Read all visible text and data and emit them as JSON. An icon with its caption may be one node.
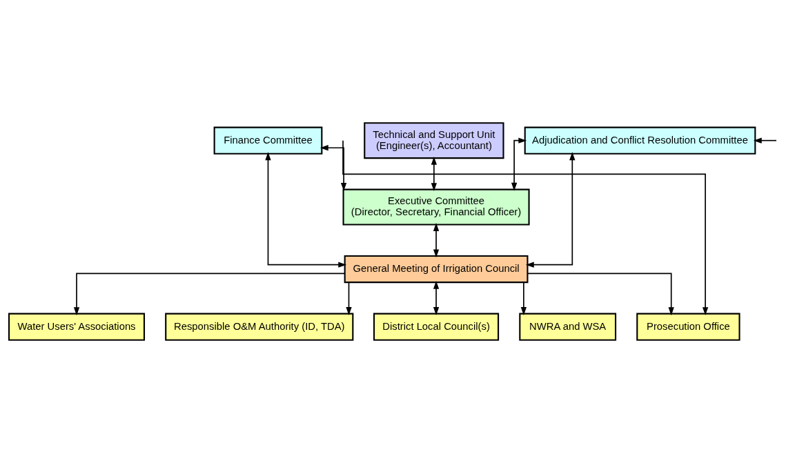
{
  "diagram": {
    "nodes": [
      {
        "text": [
          "Technical and Support Unit",
          "(Engineer(s), Accountant)"
        ]
      },
      {
        "text": [
          "Executive Committee",
          "(Director, Secretary, Financial Officer)"
        ]
      },
      {
        "text": [
          "Finance Committee"
        ]
      },
      {
        "text": [
          "Adjudication and Conflict Resolution Committee"
        ]
      },
      {
        "text": [
          "General Meeting of Irrigation Council"
        ]
      },
      {
        "text": [
          "Water Users' Associations"
        ]
      },
      {
        "text": [
          "Responsible O&M Authority (ID, TDA)"
        ]
      },
      {
        "text": [
          "District Local Council(s)"
        ]
      },
      {
        "text": [
          "NWRA and WSA"
        ]
      },
      {
        "text": [
          "Prosecution Office"
        ]
      }
    ],
    "edges": [
      {
        "from": 0,
        "to": 1,
        "arrow": "both"
      },
      {
        "from": 2,
        "to": 1,
        "arrow": "both"
      },
      {
        "from": 3,
        "to": 1,
        "arrow": "both"
      },
      {
        "from": 1,
        "to": 4,
        "arrow": "both"
      },
      {
        "from": 2,
        "to": 4,
        "arrow": "both"
      },
      {
        "from": 3,
        "to": 4,
        "arrow": "both"
      },
      {
        "from": 4,
        "to": 5,
        "arrow": "to"
      },
      {
        "from": 4,
        "to": 6,
        "arrow": "to"
      },
      {
        "from": 4,
        "to": 7,
        "arrow": "both"
      },
      {
        "from": 4,
        "to": 8,
        "arrow": "to"
      },
      {
        "from": 4,
        "to": 9,
        "arrow": "to"
      },
      {
        "from": null,
        "to": 3,
        "arrow": "to"
      },
      {
        "from": null,
        "to": 9,
        "arrow": "to"
      }
    ]
  }
}
